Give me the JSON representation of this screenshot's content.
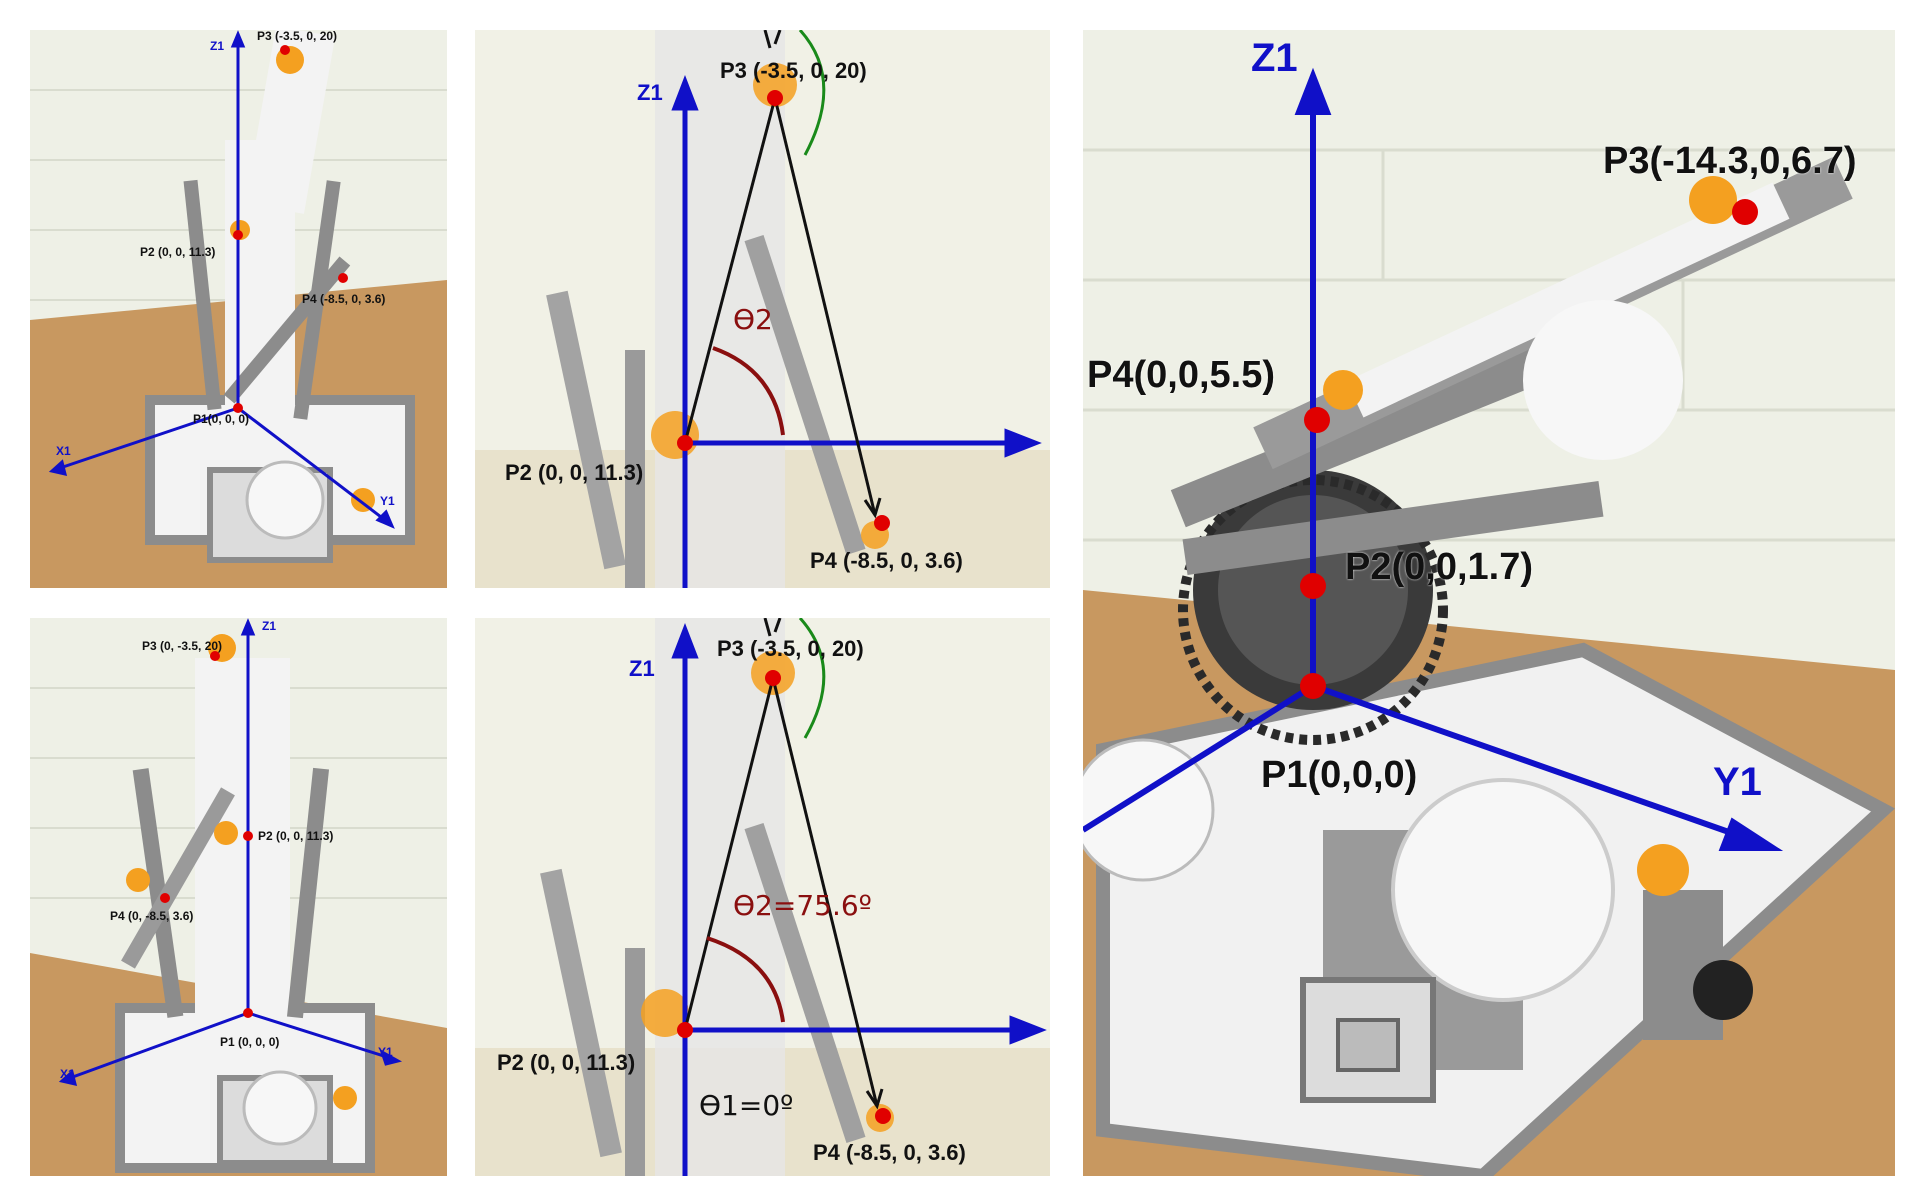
{
  "colors": {
    "axis": "#1010c8",
    "point": "#e00000",
    "angle_arc": "#8a0f0f",
    "green_arc": "#1a8a1a",
    "wall": "#eef0e6",
    "wall_line": "#d9dccf",
    "table": "#c89860",
    "lego_gray": "#8c8c8c",
    "lego_white": "#f3f3f3",
    "lego_orange": "#f4a020"
  },
  "panels": {
    "tl": {
      "z_axis": "Z1",
      "x_axis": "X1",
      "y_axis": "Y1",
      "p3": "P3 (-3.5, 0, 20)",
      "p2": "P2 (0, 0, 11.3)",
      "p4": "P4 (-8.5, 0, 3.6)",
      "p1": "P1(0, 0, 0)"
    },
    "tm": {
      "z_axis": "Z1",
      "p3": "P3 (-3.5, 0, 20)",
      "p2": "P2 (0, 0, 11.3)",
      "p4": "P4 (-8.5, 0, 3.6)",
      "theta2": "ϴ2"
    },
    "bl": {
      "z_axis": "Z1",
      "x_axis": "X1",
      "y_axis": "Y1",
      "p3": "P3 (0, -3.5, 20)",
      "p2": "P2 (0, 0, 11.3)",
      "p4": "P4 (0, -8.5, 3.6)",
      "p1": "P1 (0, 0, 0)"
    },
    "bm": {
      "z_axis": "Z1",
      "p3": "P3 (-3.5, 0, 20)",
      "p2": "P2 (0, 0, 11.3)",
      "p4": "P4 (-8.5, 0, 3.6)",
      "theta2": "ϴ2=75.6º",
      "theta1": "ϴ1=0º"
    },
    "right": {
      "z_axis": "Z1",
      "y_axis": "Y1",
      "p3": "P3(-14.3,0,6.7)",
      "p4": "P4(0,0,5.5)",
      "p2": "P2(0,0,1.7)",
      "p1": "P1(0,0,0)"
    }
  }
}
